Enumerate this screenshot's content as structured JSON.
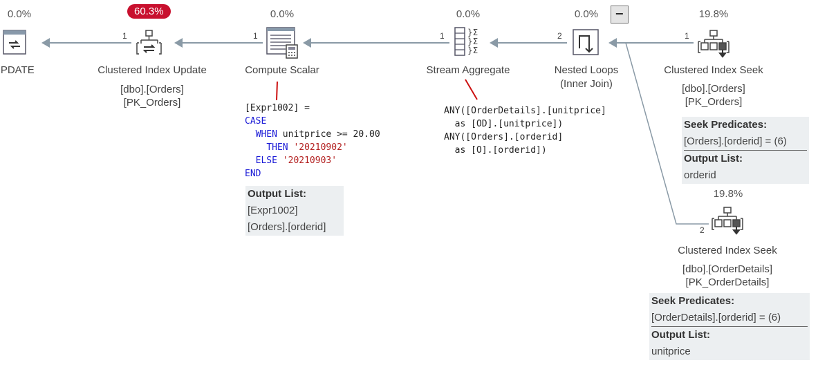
{
  "operators": {
    "update": {
      "cost": "0.0%",
      "label": "UPDATE"
    },
    "ci_update": {
      "cost": "60.3%",
      "label": "Clustered Index Update",
      "sub1": "[dbo].[Orders]",
      "sub2": "[PK_Orders]",
      "rows_in": "1"
    },
    "compute_scalar": {
      "cost": "0.0%",
      "label": "Compute Scalar",
      "rows_in": "1"
    },
    "stream_aggregate": {
      "cost": "0.0%",
      "label": "Stream Aggregate",
      "rows_in": "1"
    },
    "nested_loops": {
      "cost": "0.0%",
      "label": "Nested Loops",
      "sub1": "(Inner Join)",
      "rows_in": "2"
    },
    "ci_seek_orders": {
      "cost": "19.8%",
      "label": "Clustered Index Seek",
      "sub1": "[dbo].[Orders]",
      "sub2": "[PK_Orders]",
      "rows_in": "1"
    },
    "ci_seek_details": {
      "cost": "19.8%",
      "label": "Clustered Index Seek",
      "sub1": "[dbo].[OrderDetails]",
      "sub2": "[PK_OrderDetails]",
      "rows_in": "2"
    }
  },
  "collapse_button": "−",
  "compute_expr": {
    "line1": "[Expr1002] =",
    "case": "CASE",
    "when": "WHEN",
    "cond": " unitprice ",
    "op": ">=",
    "num": " 20.00",
    "then": "THEN",
    "then_val": "'20210902'",
    "else": "ELSE",
    "else_val": "'20210903'",
    "end": "END"
  },
  "compute_output": {
    "header": "Output List:",
    "items": [
      "[Expr1002]",
      "[Orders].[orderid]"
    ]
  },
  "aggregate_expr": {
    "l1": "ANY([OrderDetails].[unitprice]",
    "l2": "  as [OD].[unitprice])",
    "l3": "ANY([Orders].[orderid]",
    "l4": "  as [O].[orderid])"
  },
  "seek_orders_panel": {
    "pred_header": "Seek Predicates:",
    "pred": "[Orders].[orderid] = (6)",
    "out_header": "Output List:",
    "out": "orderid"
  },
  "seek_details_panel": {
    "pred_header": "Seek Predicates:",
    "pred": "[OrderDetails].[orderid] = (6)",
    "out_header": "Output List:",
    "out": "unitprice"
  },
  "colors": {
    "hot_cost": "#c8102e",
    "keyword": "#1a1ad6",
    "string": "#b32020",
    "annotation": "#cc1111",
    "arrow": "#8a9aa6"
  }
}
